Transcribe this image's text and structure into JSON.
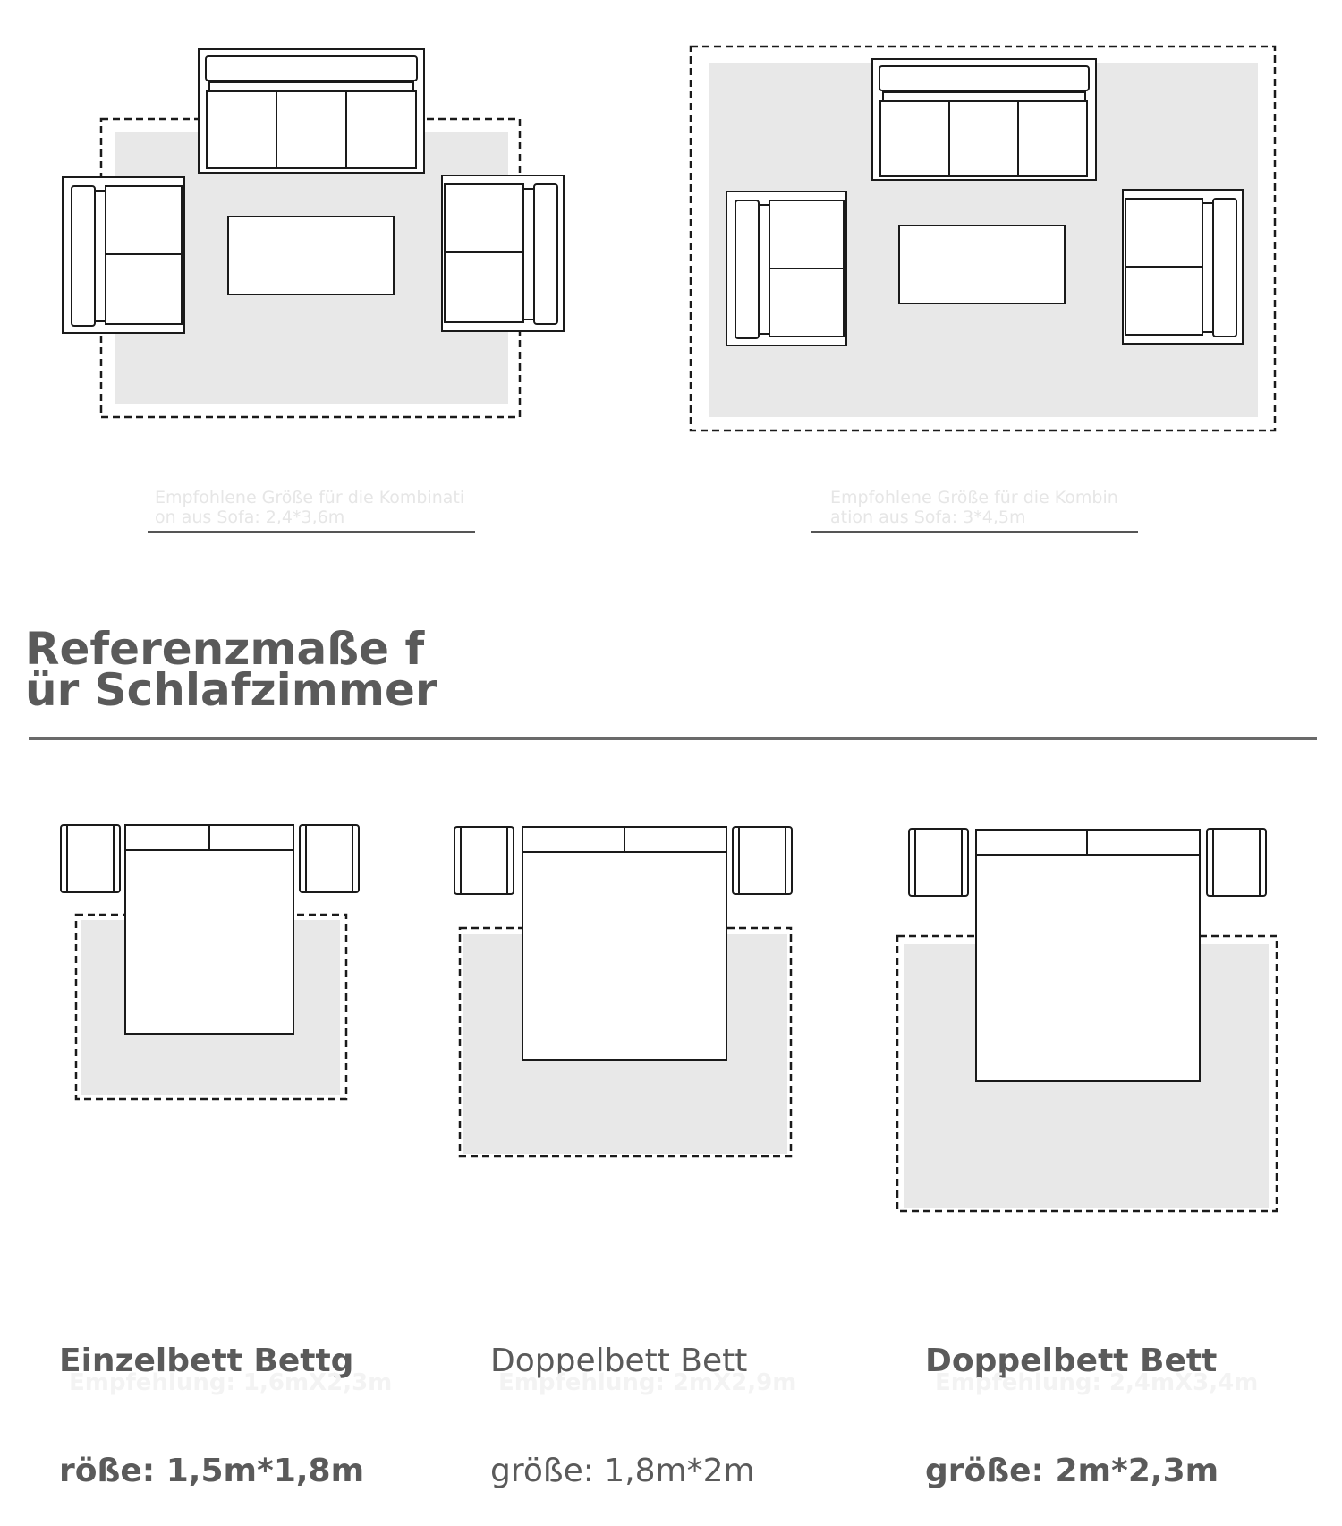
{
  "living_room": {
    "layouts": [
      {
        "id": "small",
        "caption_line1": "Empfohlene Größe für die Kombinati",
        "caption_line2": "on aus Sofa: 2,4*3,6m"
      },
      {
        "id": "large",
        "caption_line1": "Empfohlene Größe für die Kombin",
        "caption_line2": "ation aus Sofa: 3*4,5m"
      }
    ]
  },
  "bedroom": {
    "heading_line1": "Referenzmaße f",
    "heading_line2": "ür Schlafzimmer",
    "beds": [
      {
        "id": "single",
        "title_line1": "Einzelbett Bettg",
        "title_line2": "röße: 1,5m*1,8m",
        "recommendation": "Empfehlung: 1,6mX2,3m"
      },
      {
        "id": "double",
        "title_line1": "Doppelbett Bett",
        "title_line2": "größe: 1,8m*2m",
        "recommendation": "Empfehlung: 2mX2,9m"
      },
      {
        "id": "king",
        "title_line1": "Doppelbett Bett",
        "title_line2": "größe: 2m*2,3m",
        "recommendation": "Empfehlung: 2,4mX3,4m"
      }
    ]
  },
  "colors": {
    "rug": "#e8e8e8",
    "line": "#1a1a1a",
    "text": "#5a5a5a",
    "faint_text": "#e6e6e6"
  }
}
